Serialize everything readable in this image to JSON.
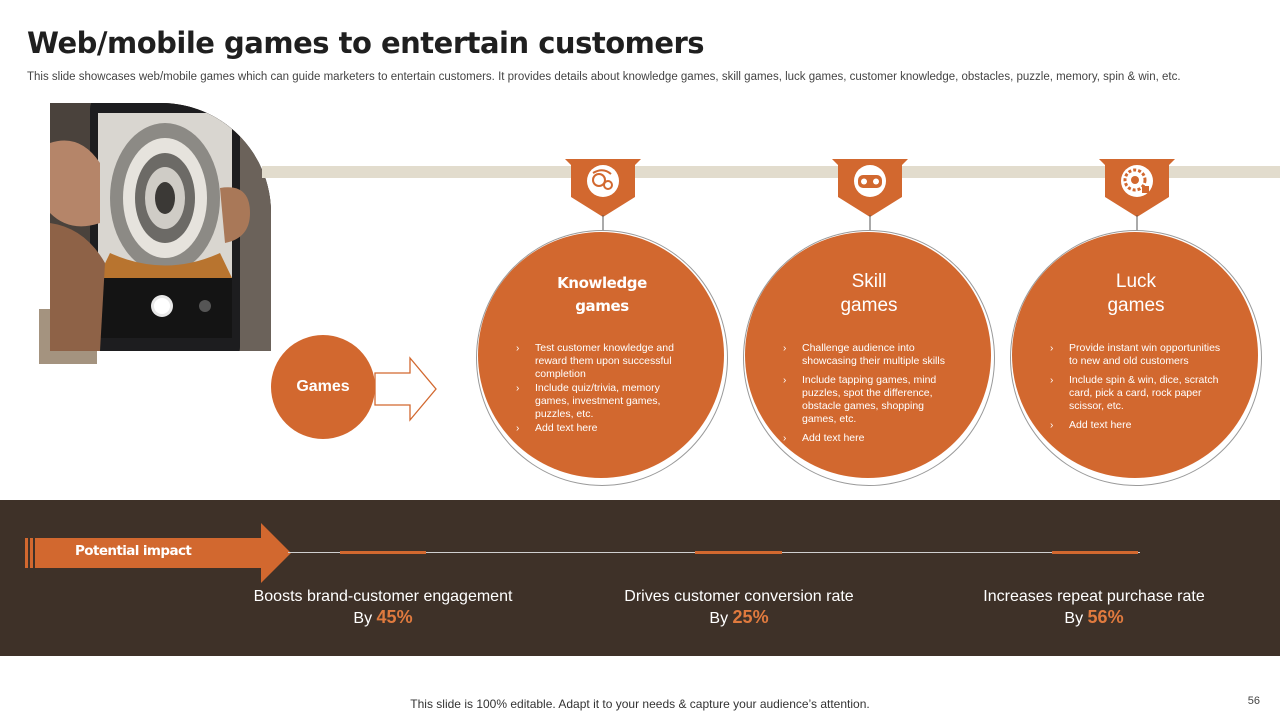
{
  "slide": {
    "title": "Web/mobile games to entertain customers",
    "subtitle": "This slide showcases web/mobile games which can guide marketers to entertain customers. It provides details about knowledge games, skill games, luck games, customer knowledge, obstacles, puzzle, memory, spin & win, etc.",
    "center_label": "Games",
    "footer": "This slide is 100% editable. Adapt it to your needs & capture your audience’s attention.",
    "page_number": "56"
  },
  "colors": {
    "accent": "#d2682f",
    "dark_band": "#3e3128",
    "light_band": "#e2dccd",
    "frame": "#a4937f"
  },
  "cards": [
    {
      "title_line1": "Knowledge",
      "title_line2": "games",
      "icon": "brain-gears-icon",
      "bullets": [
        "Test customer knowledge and reward them upon successful completion",
        "Include quiz/trivia, memory games, investment games, puzzles, etc.",
        "Add text here"
      ]
    },
    {
      "title_line1": "Skill",
      "title_line2": "games",
      "icon": "gamepad-icon",
      "bullets": [
        "Challenge audience into showcasing their multiple skills",
        "Include tapping games, mind puzzles, spot the difference, obstacle games, shopping games, etc.",
        "Add text here"
      ]
    },
    {
      "title_line1": "Luck",
      "title_line2": "games",
      "icon": "roulette-dice-icon",
      "bullets": [
        "Provide instant win opportunities to new and old customers",
        "Include spin & win, dice, scratch card, pick a card, rock paper scissor, etc.",
        "Add text here"
      ]
    }
  ],
  "impact": {
    "label": "Potential impact",
    "metrics": [
      {
        "text": "Boosts brand-customer engagement",
        "prefix": "By",
        "value": "45%"
      },
      {
        "text": "Drives customer conversion rate",
        "prefix": "By",
        "value": "25%"
      },
      {
        "text": "Increases repeat purchase rate",
        "prefix": "By",
        "value": "56%"
      }
    ]
  }
}
